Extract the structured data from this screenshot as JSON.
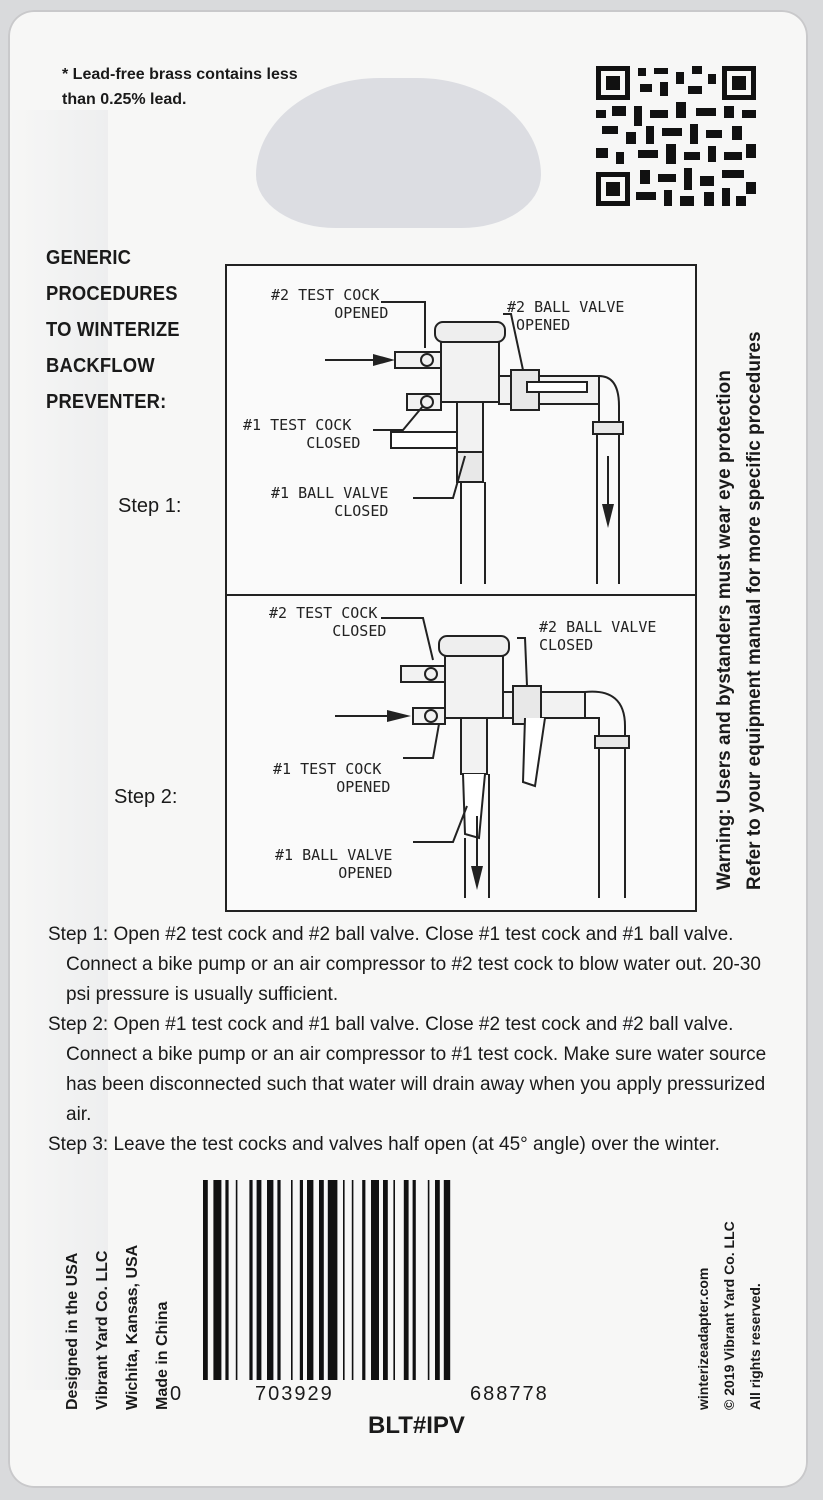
{
  "note": "* Lead-free brass contains less than 0.25% lead.",
  "heading": [
    "GENERIC",
    "PROCEDURES",
    "TO WINTERIZE",
    "BACKFLOW",
    "PREVENTER:"
  ],
  "step_labels": {
    "step1": "Step 1:",
    "step2": "Step 2:"
  },
  "diagram": {
    "step1": {
      "test_cock_2": "#2 TEST COCK\n       OPENED",
      "ball_valve_2": "#2 BALL VALVE\n OPENED",
      "test_cock_1": "#1 TEST COCK\n       CLOSED",
      "ball_valve_1": "#1 BALL VALVE\n       CLOSED"
    },
    "step2": {
      "test_cock_2": "#2 TEST COCK\n       CLOSED",
      "ball_valve_2": "#2 BALL VALVE\nCLOSED",
      "test_cock_1": "#1 TEST COCK\n       OPENED",
      "ball_valve_1": "#1 BALL VALVE\n       OPENED"
    }
  },
  "warning": {
    "line1": "Warning: Users and bystanders must wear eye protection",
    "line2": "Refer to your equipment manual for more specific procedures"
  },
  "instructions": {
    "step1_line1": "Step 1: Open #2 test cock and #2 ball valve.  Close #1 test cock and #1 ball valve.",
    "step1_line2": "Connect a bike pump or an air compressor to #2 test cock to blow water out.  20-30 psi pressure is usually sufficient.",
    "step2_line1": "Step 2: Open #1 test cock and #1 ball valve.  Close #2 test cock and #2 ball valve.",
    "step2_line2": "Connect a bike pump or an air compressor to #1 test cock.  Make sure water source has been disconnected such that water will drain away when you apply pressurized air.",
    "step3": "Step 3: Leave the test cocks and valves half open (at 45° angle) over the winter."
  },
  "barcode": {
    "first": "0",
    "mid": "703929",
    "last": "688778"
  },
  "sku": "BLT#IPV",
  "maker": [
    "Designed in the USA",
    "Vibrant Yard Co. LLC",
    "Wichita, Kansas, USA",
    "Made in China"
  ],
  "copyright": [
    "winterizeadapter.com",
    "© 2019 Vibrant Yard Co. LLC",
    "All rights reserved."
  ]
}
